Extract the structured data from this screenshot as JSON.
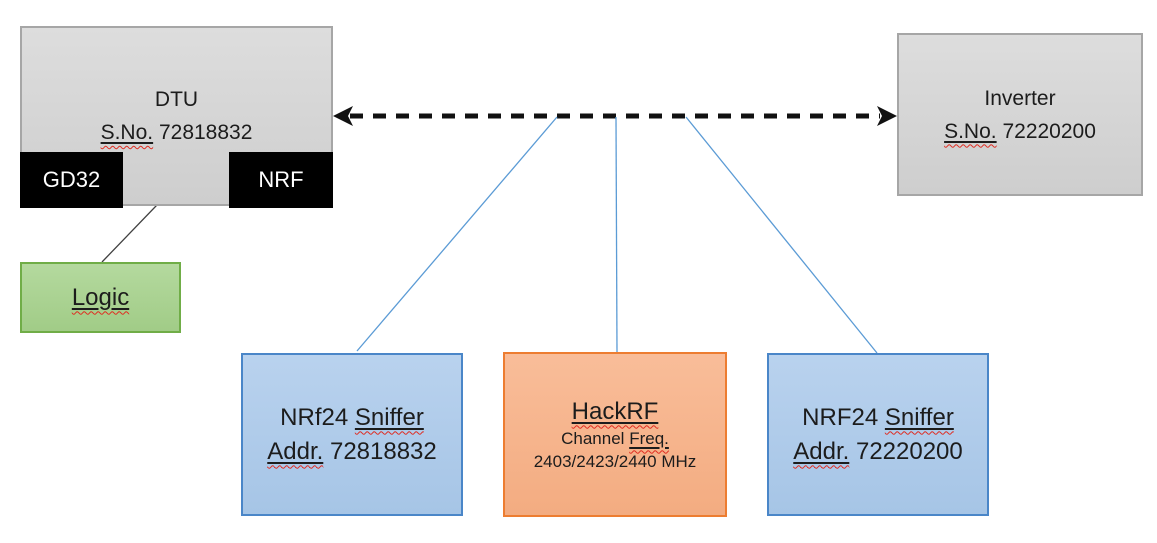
{
  "colors": {
    "gray-fill": "#d5d5d5",
    "gray-border": "#a6a6a6",
    "black-fill": "#000000",
    "green-fill": "#a9d18e",
    "green-border": "#70ad47",
    "blue-fill": "#aecbea",
    "blue-border": "#4a86c8",
    "orange-fill": "#f6b28b",
    "orange-border": "#ed7d31",
    "connector-blue": "#5b9bd5",
    "arrow-black": "#111111",
    "line-gray": "#404040",
    "squiggle-red": "#e02b20",
    "text-dark": "#1c1c1c",
    "text-light": "#ffffff"
  },
  "dtu": {
    "title": "DTU",
    "serial_label": "S.No.",
    "serial_number": "72818832"
  },
  "gd32": {
    "label": "GD32"
  },
  "nrf": {
    "label": "NRF"
  },
  "logic": {
    "label": "Logic"
  },
  "inverter": {
    "title": "Inverter",
    "serial_label": "S.No.",
    "serial_number": "72220200"
  },
  "sniffer_left": {
    "name": "NRf24",
    "name_marked": "Sniffer",
    "addr_label": "Addr.",
    "addr_number": "72818832"
  },
  "hackrf": {
    "title": "HackRF",
    "freq_label": "Channel",
    "freq_marked": "Freq.",
    "frequencies": "2403/2423/2440 MHz"
  },
  "sniffer_right": {
    "name": "NRF24",
    "name_marked": "Sniffer",
    "addr_label": "Addr.",
    "addr_number": "72220200"
  }
}
